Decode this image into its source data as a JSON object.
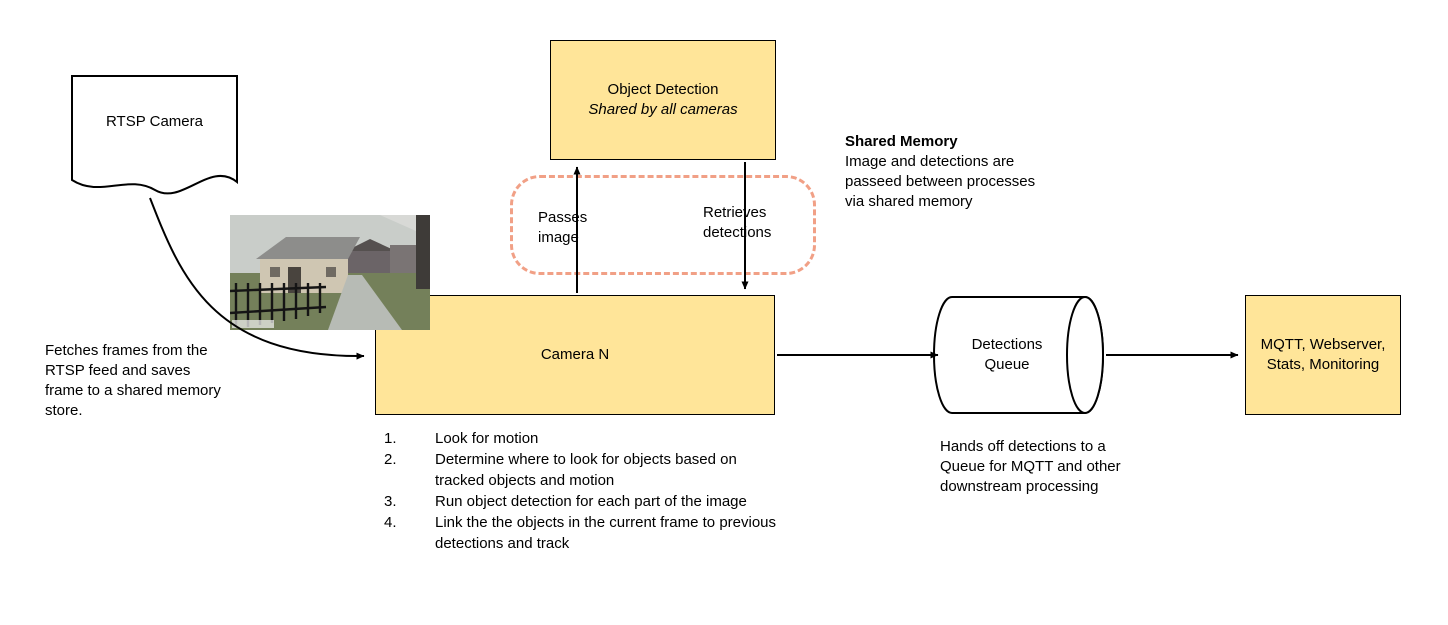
{
  "colors": {
    "box_fill": "#ffe599",
    "box_border": "#000000",
    "shared_memory_dash": "#f1a086",
    "arrow": "#000000"
  },
  "nodes": {
    "rtsp_camera": {
      "label": "RTSP Camera"
    },
    "object_detection": {
      "title": "Object Detection",
      "subtitle": "Shared by all cameras"
    },
    "camera_n": {
      "label": "Camera N"
    },
    "detections_queue": {
      "label": "Detections Queue"
    },
    "outputs": {
      "label": "MQTT, Webserver, Stats, Monitoring"
    }
  },
  "edges": {
    "passes_image": "Passes image",
    "retrieves_detections": "Retrieves detections"
  },
  "notes": {
    "fetch_frames": "Fetches frames from the RTSP feed and saves frame to a shared memory store.",
    "shared_memory_title": "Shared Memory",
    "shared_memory_body": "Image and detections are passeed between processes via shared memory",
    "queue_handoff": "Hands off detections to a Queue for MQTT and other downstream processing"
  },
  "camera_steps": [
    "Look for motion",
    "Determine where to look for objects based on tracked objects and motion",
    "Run object detection for each part of the image",
    "Link the the objects in the current frame to previous detections and track"
  ]
}
